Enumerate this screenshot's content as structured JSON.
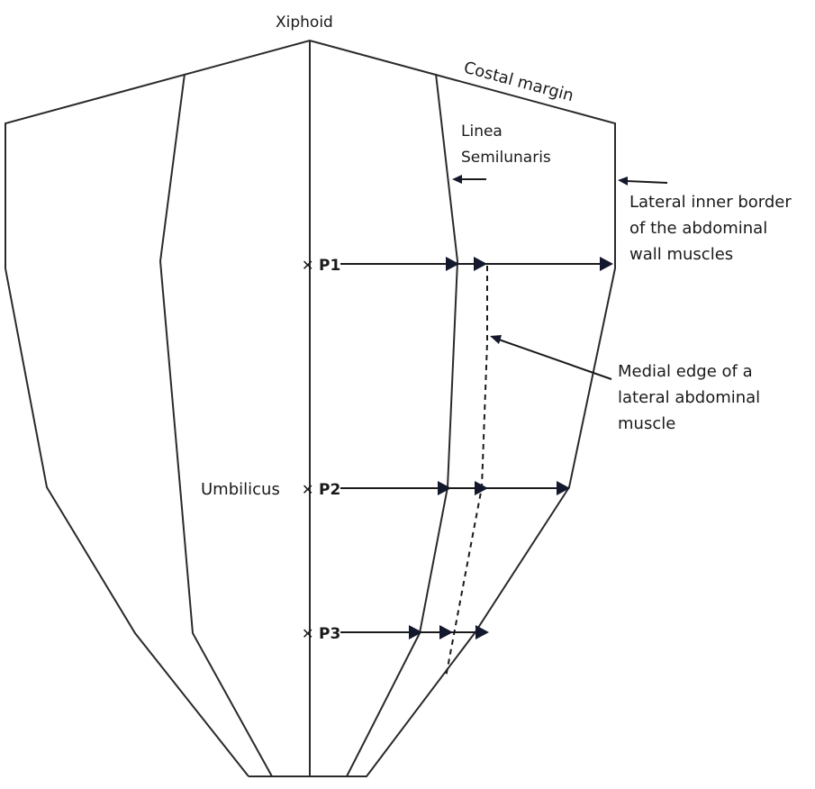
{
  "labels": {
    "xiphoid": "Xiphoid",
    "costal_margin": "Costal margin",
    "linea_semilunaris_1": "Linea",
    "linea_semilunaris_2": "Semilunaris",
    "lateral_border_1": "Lateral inner border",
    "lateral_border_2": "of the abdominal",
    "lateral_border_3": "wall muscles",
    "medial_edge_1": "Medial edge of a",
    "medial_edge_2": "lateral abdominal",
    "medial_edge_3": "muscle",
    "umbilicus": "Umbilicus"
  },
  "points": [
    {
      "id": "p1",
      "label": "P1"
    },
    {
      "id": "p2",
      "label": "P2"
    },
    {
      "id": "p3",
      "label": "P3"
    }
  ],
  "colors": {
    "line": "#2a2a2a",
    "arrowhead": "#13182c",
    "text": "#1a1a1a"
  }
}
